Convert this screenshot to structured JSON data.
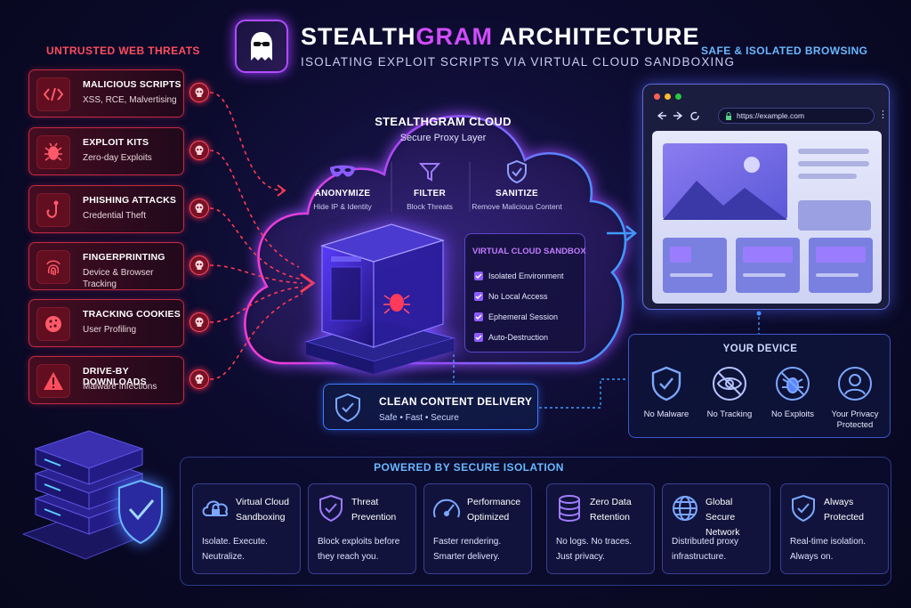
{
  "header": {
    "title_part1": "STEALTH",
    "title_accent": "GRAM",
    "title_part2": " ARCHITECTURE",
    "subtitle": "ISOLATING EXPLOIT SCRIPTS VIA VIRTUAL CLOUD SANDBOXING"
  },
  "left_section": {
    "title": "UNTRUSTED WEB THREATS"
  },
  "right_section": {
    "title": "SAFE & ISOLATED BROWSING"
  },
  "threats": [
    {
      "name": "MALICIOUS SCRIPTS",
      "desc": "XSS, RCE, Malvertising",
      "icon": "code-icon"
    },
    {
      "name": "EXPLOIT KITS",
      "desc": "Zero-day Exploits",
      "icon": "bug-icon"
    },
    {
      "name": "PHISHING ATTACKS",
      "desc": "Credential Theft",
      "icon": "hook-icon"
    },
    {
      "name": "FINGERPRINTING",
      "desc": "Device & Browser Tracking",
      "icon": "fingerprint-icon"
    },
    {
      "name": "TRACKING COOKIES",
      "desc": "User Profiling",
      "icon": "cookie-icon"
    },
    {
      "name": "DRIVE-BY DOWNLOADS",
      "desc": "Malware Infections",
      "icon": "warning-icon"
    }
  ],
  "cloud": {
    "title": "STEALTHGRAM CLOUD",
    "subtitle": "Secure Proxy Layer",
    "functions": [
      {
        "name": "ANONYMIZE",
        "desc": "Hide IP & Identity",
        "icon": "mask-icon"
      },
      {
        "name": "FILTER",
        "desc": "Block Threats",
        "icon": "filter-icon"
      },
      {
        "name": "SANITIZE",
        "desc": "Remove Malicious Content",
        "icon": "shield-check-icon"
      }
    ]
  },
  "sandbox": {
    "title": "VIRTUAL CLOUD SANDBOX",
    "items": [
      "Isolated Environment",
      "No Local Access",
      "Ephemeral Session",
      "Auto-Destruction"
    ]
  },
  "clean_delivery": {
    "title": "CLEAN CONTENT DELIVERY",
    "desc": "Safe • Fast • Secure"
  },
  "browser": {
    "url": "https://example.com"
  },
  "device": {
    "title": "YOUR DEVICE",
    "items": [
      {
        "label": "No Malware",
        "icon": "shield-check-icon"
      },
      {
        "label": "No Tracking",
        "icon": "eye-off-icon"
      },
      {
        "label": "No Exploits",
        "icon": "bug-off-icon"
      },
      {
        "label": "Your Privacy Protected",
        "icon": "user-icon"
      }
    ]
  },
  "powered": {
    "title": "POWERED BY SECURE ISOLATION",
    "features": [
      {
        "h1": "Virtual Cloud",
        "h2": "Sandboxing",
        "b1": "Isolate. Execute.",
        "b2": "Neutralize.",
        "icon": "cloud-lock-icon"
      },
      {
        "h1": "Threat",
        "h2": "Prevention",
        "b1": "Block exploits before",
        "b2": "they reach you.",
        "icon": "shield-check-icon"
      },
      {
        "h1": "Performance",
        "h2": "Optimized",
        "b1": "Faster rendering.",
        "b2": "Smarter delivery.",
        "icon": "gauge-icon"
      },
      {
        "h1": "Zero Data",
        "h2": "Retention",
        "b1": "No logs. No traces.",
        "b2": "Just privacy.",
        "icon": "database-icon"
      },
      {
        "h1": "Global",
        "h2": "Secure Network",
        "b1": "Distributed proxy",
        "b2": "infrastructure.",
        "icon": "globe-icon"
      },
      {
        "h1": "Always",
        "h2": "Protected",
        "b1": "Real-time isolation.",
        "b2": "Always on.",
        "icon": "shield-check-icon"
      }
    ]
  },
  "colors": {
    "threat_red": "#ff4d5e",
    "accent_purple": "#d04cff",
    "secure_blue": "#3f7dff"
  }
}
